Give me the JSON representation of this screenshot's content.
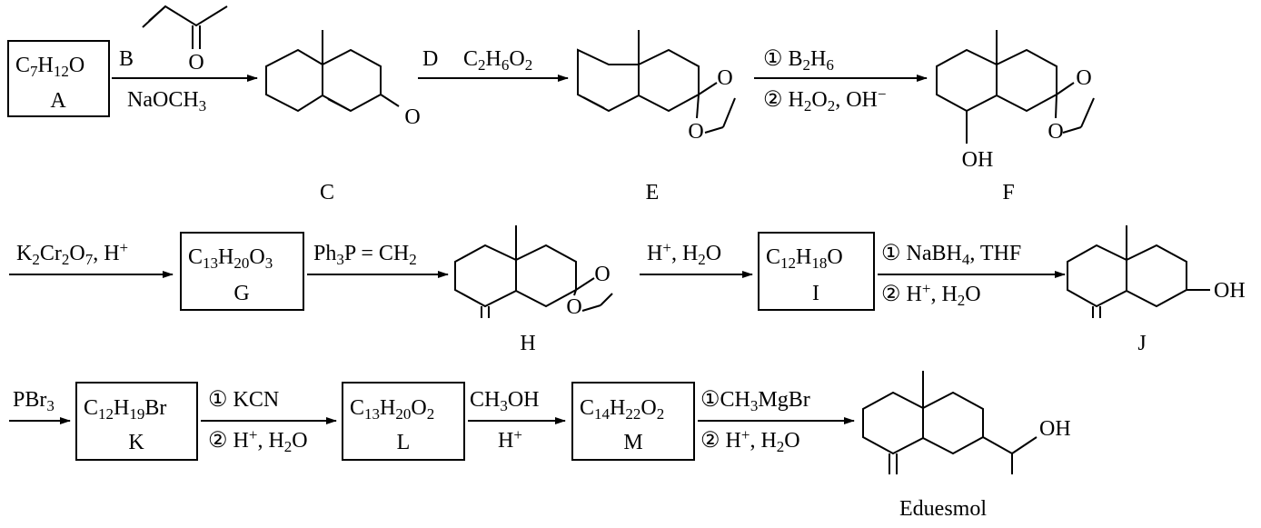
{
  "compounds": {
    "A": {
      "formula": [
        "C",
        "7",
        "H",
        "12",
        "O"
      ],
      "label": "A"
    },
    "B": {
      "label": "B"
    },
    "C": {
      "label": "C"
    },
    "D": {
      "label": "D"
    },
    "E": {
      "label": "E"
    },
    "F": {
      "label": "F",
      "oh": "OH"
    },
    "G": {
      "formula": [
        "C",
        "13",
        "H",
        "20",
        "O",
        "3"
      ],
      "label": "G"
    },
    "H": {
      "label": "H"
    },
    "I": {
      "formula": [
        "C",
        "12",
        "H",
        "18",
        "O"
      ],
      "label": "I"
    },
    "J": {
      "label": "J",
      "oh": "OH"
    },
    "K": {
      "formula": [
        "C",
        "12",
        "H",
        "19",
        "Br"
      ],
      "label": "K"
    },
    "L": {
      "formula": [
        "C",
        "13",
        "H",
        "20",
        "O",
        "2"
      ],
      "label": "L"
    },
    "M": {
      "formula": [
        "C",
        "14",
        "H",
        "22",
        "O",
        "2"
      ],
      "label": "M"
    },
    "product": {
      "label": "Eduesmol",
      "oh": "OH"
    }
  },
  "atoms": {
    "O": "O"
  },
  "reagents": {
    "r1": {
      "top": "B",
      "bottom": [
        "NaOCH",
        "3"
      ]
    },
    "r2": {
      "top_left": "D",
      "top": [
        "C",
        "2",
        "H",
        "6",
        "O",
        "2"
      ]
    },
    "r3": {
      "step1": [
        "① B",
        "2",
        "H",
        "6"
      ],
      "step2": [
        "② H",
        "2",
        "O",
        "2",
        ", OH",
        "−"
      ]
    },
    "r4": {
      "top": [
        "K",
        "2",
        "Cr",
        "2",
        "O",
        "7",
        ", H",
        "+"
      ]
    },
    "r5": {
      "top": [
        "Ph",
        "3",
        "P = CH",
        "2"
      ]
    },
    "r6": {
      "top": [
        "H",
        "+",
        ", H",
        "2",
        "O"
      ]
    },
    "r7": {
      "step1": [
        "① NaBH",
        "4",
        ", THF"
      ],
      "step2": [
        "② H",
        "+",
        ", H",
        "2",
        "O"
      ]
    },
    "r8": {
      "top": [
        "PBr",
        "3"
      ]
    },
    "r9": {
      "step1": "① KCN",
      "step2": [
        "② H",
        "+",
        ", H",
        "2",
        "O"
      ]
    },
    "r10": {
      "top": "CH3OH",
      "bottom": [
        "H",
        "+"
      ]
    },
    "r11": {
      "step1": "①CH3MgBr",
      "step2": [
        "② H",
        "+",
        ", H",
        "2",
        "O"
      ]
    }
  }
}
